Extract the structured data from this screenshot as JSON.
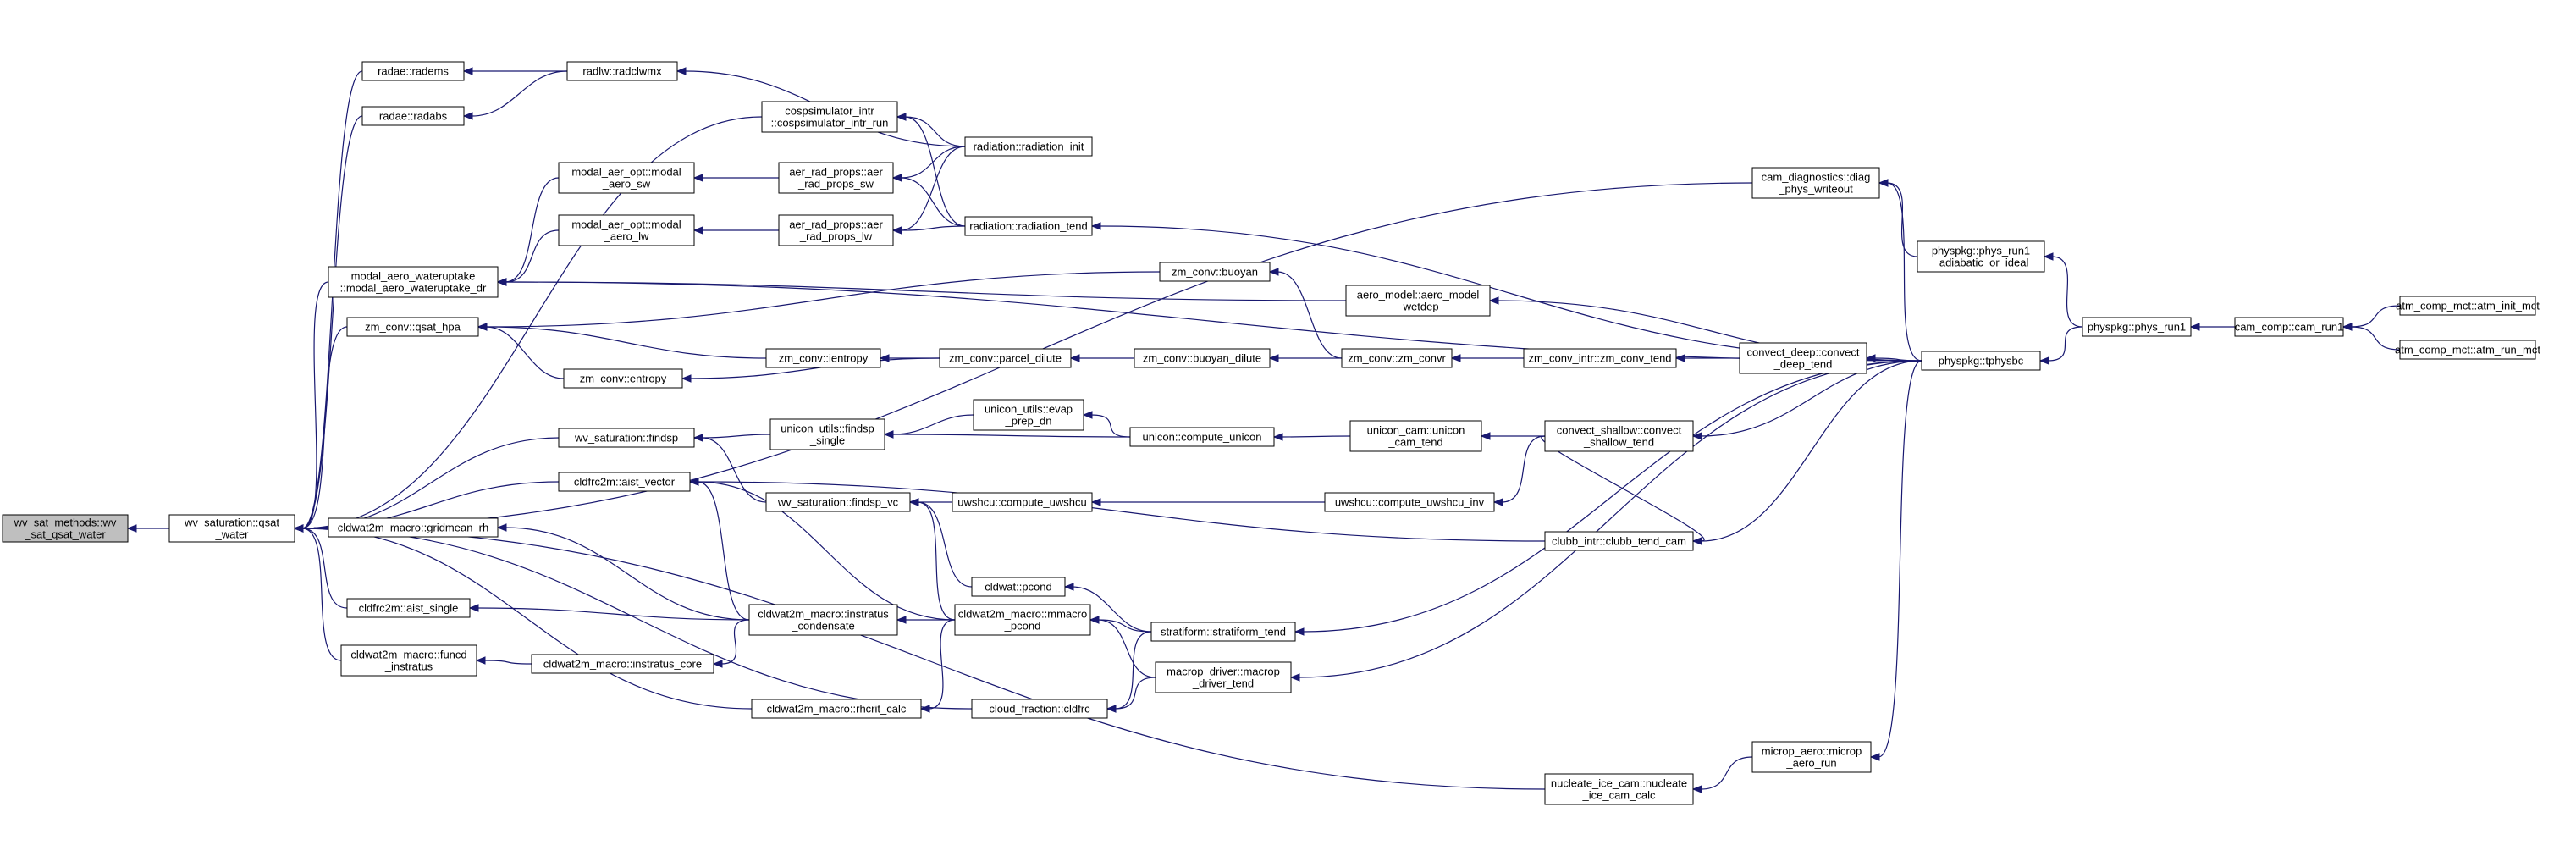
{
  "graph": {
    "colors": {
      "node_fill": "#ffffff",
      "root_fill": "#bfbfbf",
      "edge": "#191970",
      "border": "#000000"
    },
    "nodes": [
      {
        "id": "root",
        "lines": [
          "wv_sat_methods::wv",
          "_sat_qsat_water"
        ],
        "root": true
      },
      {
        "id": "qsat",
        "lines": [
          "wv_saturation::qsat",
          "_water"
        ]
      },
      {
        "id": "radems",
        "lines": [
          "radae::radems"
        ]
      },
      {
        "id": "radabs",
        "lines": [
          "radae::radabs"
        ]
      },
      {
        "id": "radclwmx",
        "lines": [
          "radlw::radclwmx"
        ]
      },
      {
        "id": "cosp",
        "lines": [
          "cospsimulator_intr",
          "::cospsimulator_intr_run"
        ]
      },
      {
        "id": "radinit",
        "lines": [
          "radiation::radiation_init"
        ]
      },
      {
        "id": "radtend",
        "lines": [
          "radiation::radiation_tend"
        ]
      },
      {
        "id": "modsw",
        "lines": [
          "modal_aer_opt::modal",
          "_aero_sw"
        ]
      },
      {
        "id": "modlw",
        "lines": [
          "modal_aer_opt::modal",
          "_aero_lw"
        ]
      },
      {
        "id": "aersw",
        "lines": [
          "aer_rad_props::aer",
          "_rad_props_sw"
        ]
      },
      {
        "id": "aerlw",
        "lines": [
          "aer_rad_props::aer",
          "_rad_props_lw"
        ]
      },
      {
        "id": "mawu",
        "lines": [
          "modal_aero_wateruptake",
          "::modal_aero_wateruptake_dr"
        ]
      },
      {
        "id": "aerowet",
        "lines": [
          "aero_model::aero_model",
          "_wetdep"
        ]
      },
      {
        "id": "camdiag",
        "lines": [
          "cam_diagnostics::diag",
          "_phys_writeout"
        ]
      },
      {
        "id": "physadiab",
        "lines": [
          "physpkg::phys_run1",
          "_adiabatic_or_ideal"
        ]
      },
      {
        "id": "physbc",
        "lines": [
          "physpkg::tphysbc"
        ]
      },
      {
        "id": "physrun1",
        "lines": [
          "physpkg::phys_run1"
        ]
      },
      {
        "id": "camrun1",
        "lines": [
          "cam_comp::cam_run1"
        ]
      },
      {
        "id": "atminit",
        "lines": [
          "atm_comp_mct::atm_init_mct"
        ]
      },
      {
        "id": "atmrun",
        "lines": [
          "atm_comp_mct::atm_run_mct"
        ]
      },
      {
        "id": "zmbuoyan",
        "lines": [
          "zm_conv::buoyan"
        ]
      },
      {
        "id": "zmqsat",
        "lines": [
          "zm_conv::qsat_hpa"
        ]
      },
      {
        "id": "zmientropy",
        "lines": [
          "zm_conv::ientropy"
        ]
      },
      {
        "id": "zmentropy",
        "lines": [
          "zm_conv::entropy"
        ]
      },
      {
        "id": "zmparcel",
        "lines": [
          "zm_conv::parcel_dilute"
        ]
      },
      {
        "id": "zmbuoyand",
        "lines": [
          "zm_conv::buoyan_dilute"
        ]
      },
      {
        "id": "zmconvr",
        "lines": [
          "zm_conv::zm_convr"
        ]
      },
      {
        "id": "zmtend",
        "lines": [
          "zm_conv_intr::zm_conv_tend"
        ]
      },
      {
        "id": "convdeep",
        "lines": [
          "convect_deep::convect",
          "_deep_tend"
        ]
      },
      {
        "id": "findsp",
        "lines": [
          "wv_saturation::findsp"
        ]
      },
      {
        "id": "ufindsp",
        "lines": [
          "unicon_utils::findsp",
          "_single"
        ]
      },
      {
        "id": "uevap",
        "lines": [
          "unicon_utils::evap",
          "_prep_dn"
        ]
      },
      {
        "id": "ucompute",
        "lines": [
          "unicon::compute_unicon"
        ]
      },
      {
        "id": "ucamtend",
        "lines": [
          "unicon_cam::unicon",
          "_cam_tend"
        ]
      },
      {
        "id": "convshal",
        "lines": [
          "convect_shallow::convect",
          "_shallow_tend"
        ]
      },
      {
        "id": "aist",
        "lines": [
          "cldfrc2m::aist_vector"
        ]
      },
      {
        "id": "findspvc",
        "lines": [
          "wv_saturation::findsp_vc"
        ]
      },
      {
        "id": "uwshcu",
        "lines": [
          "uwshcu::compute_uwshcu"
        ]
      },
      {
        "id": "uwshcuinv",
        "lines": [
          "uwshcu::compute_uwshcu_inv"
        ]
      },
      {
        "id": "gridmean",
        "lines": [
          "cldwat2m_macro::gridmean_rh"
        ]
      },
      {
        "id": "clubb",
        "lines": [
          "clubb_intr::clubb_tend_cam"
        ]
      },
      {
        "id": "pcond",
        "lines": [
          "cldwat::pcond"
        ]
      },
      {
        "id": "aistsingle",
        "lines": [
          "cldfrc2m::aist_single"
        ]
      },
      {
        "id": "instcond",
        "lines": [
          "cldwat2m_macro::instratus",
          "_condensate"
        ]
      },
      {
        "id": "mmacro",
        "lines": [
          "cldwat2m_macro::mmacro",
          "_pcond"
        ]
      },
      {
        "id": "strat",
        "lines": [
          "stratiform::stratiform_tend"
        ]
      },
      {
        "id": "funcd",
        "lines": [
          "cldwat2m_macro::funcd",
          "_instratus"
        ]
      },
      {
        "id": "instcore",
        "lines": [
          "cldwat2m_macro::instratus_core"
        ]
      },
      {
        "id": "macrodrv",
        "lines": [
          "macrop_driver::macrop",
          "_driver_tend"
        ]
      },
      {
        "id": "rhcrit",
        "lines": [
          "cldwat2m_macro::rhcrit_calc"
        ]
      },
      {
        "id": "cldfrc",
        "lines": [
          "cloud_fraction::cldfrc"
        ]
      },
      {
        "id": "nucleate",
        "lines": [
          "nucleate_ice_cam::nucleate",
          "_ice_cam_calc"
        ]
      },
      {
        "id": "microp",
        "lines": [
          "microp_aero::microp",
          "_aero_run"
        ]
      }
    ],
    "edges": [
      [
        "qsat",
        "root"
      ],
      [
        "radems",
        "qsat"
      ],
      [
        "radabs",
        "qsat"
      ],
      [
        "cosp",
        "qsat"
      ],
      [
        "mawu",
        "qsat"
      ],
      [
        "zmqsat",
        "qsat"
      ],
      [
        "findsp",
        "qsat"
      ],
      [
        "aist",
        "qsat"
      ],
      [
        "gridmean",
        "qsat"
      ],
      [
        "aistsingle",
        "qsat"
      ],
      [
        "funcd",
        "qsat"
      ],
      [
        "rhcrit",
        "qsat"
      ],
      [
        "cldfrc",
        "qsat"
      ],
      [
        "nucleate",
        "qsat"
      ],
      [
        "camdiag",
        "qsat"
      ],
      [
        "radclwmx",
        "radems"
      ],
      [
        "radclwmx",
        "radabs"
      ],
      [
        "radinit",
        "radclwmx"
      ],
      [
        "radinit",
        "cosp"
      ],
      [
        "radtend",
        "cosp"
      ],
      [
        "modsw",
        "mawu"
      ],
      [
        "modlw",
        "mawu"
      ],
      [
        "aerowet",
        "mawu"
      ],
      [
        "physbc",
        "mawu"
      ],
      [
        "aersw",
        "modsw"
      ],
      [
        "aerlw",
        "modlw"
      ],
      [
        "radinit",
        "aersw"
      ],
      [
        "radtend",
        "aersw"
      ],
      [
        "radinit",
        "aerlw"
      ],
      [
        "radtend",
        "aerlw"
      ],
      [
        "physbc",
        "radtend"
      ],
      [
        "physbc",
        "camdiag"
      ],
      [
        "physadiab",
        "camdiag"
      ],
      [
        "physbc",
        "aerowet"
      ],
      [
        "physrun1",
        "physadiab"
      ],
      [
        "physrun1",
        "physbc"
      ],
      [
        "camrun1",
        "physrun1"
      ],
      [
        "atminit",
        "camrun1"
      ],
      [
        "atmrun",
        "camrun1"
      ],
      [
        "zmbuoyan",
        "zmqsat"
      ],
      [
        "zmientropy",
        "zmqsat"
      ],
      [
        "zmentropy",
        "zmqsat"
      ],
      [
        "zmparcel",
        "zmientropy"
      ],
      [
        "zmparcel",
        "zmentropy"
      ],
      [
        "zmbuoyand",
        "zmparcel"
      ],
      [
        "zmconvr",
        "zmbuoyand"
      ],
      [
        "zmconvr",
        "zmbuoyan"
      ],
      [
        "zmtend",
        "zmconvr"
      ],
      [
        "convdeep",
        "zmtend"
      ],
      [
        "physbc",
        "convdeep"
      ],
      [
        "ufindsp",
        "findsp"
      ],
      [
        "uevap",
        "ufindsp"
      ],
      [
        "ucompute",
        "uevap"
      ],
      [
        "ucompute",
        "ufindsp"
      ],
      [
        "ucamtend",
        "ucompute"
      ],
      [
        "convshal",
        "ucamtend"
      ],
      [
        "convshal",
        "uwshcuinv"
      ],
      [
        "physbc",
        "convshal"
      ],
      [
        "findspvc",
        "findsp"
      ],
      [
        "uwshcu",
        "findspvc"
      ],
      [
        "pcond",
        "findspvc"
      ],
      [
        "mmacro",
        "findspvc"
      ],
      [
        "uwshcuinv",
        "uwshcu"
      ],
      [
        "instcond",
        "aist"
      ],
      [
        "mmacro",
        "aist"
      ],
      [
        "clubb",
        "aist"
      ],
      [
        "instcond",
        "gridmean"
      ],
      [
        "physbc",
        "clubb"
      ],
      [
        "convshal",
        "clubb"
      ],
      [
        "instcond",
        "aistsingle"
      ],
      [
        "mmacro",
        "instcond"
      ],
      [
        "instcore",
        "funcd"
      ],
      [
        "instcond",
        "instcore"
      ],
      [
        "strat",
        "pcond"
      ],
      [
        "strat",
        "mmacro"
      ],
      [
        "macrodrv",
        "mmacro"
      ],
      [
        "mmacro",
        "rhcrit"
      ],
      [
        "physbc",
        "strat"
      ],
      [
        "physbc",
        "macrodrv"
      ],
      [
        "strat",
        "cldfrc"
      ],
      [
        "macrodrv",
        "cldfrc"
      ],
      [
        "microp",
        "nucleate"
      ],
      [
        "physbc",
        "microp"
      ]
    ]
  }
}
